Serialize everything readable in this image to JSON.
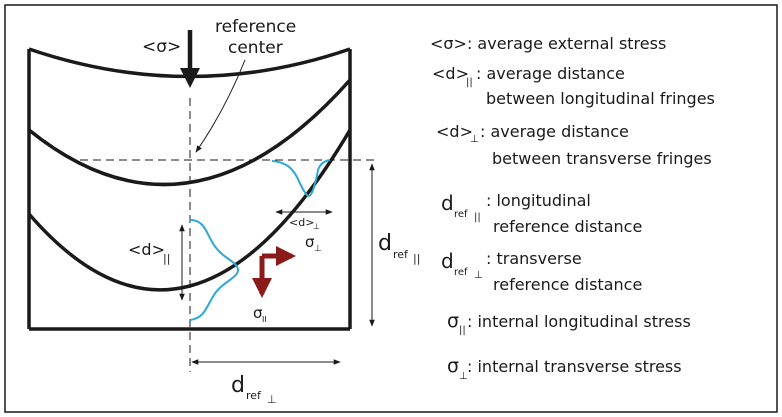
{
  "labels": {
    "sigma_avg": "<σ>",
    "reference": "reference",
    "center": "center",
    "d_par": "<d>",
    "d_par_sub": "||",
    "d_perp_small": "<d>",
    "d_perp_small_sub": "⊥",
    "sigma_perp": "σ",
    "sigma_perp_sub": "⊥",
    "sigma_par": "σ",
    "sigma_par_sub": "II",
    "dref_par_main": "d",
    "dref_par_sub1": "ref",
    "dref_par_sub2": "||",
    "dref_perp_main": "d",
    "dref_perp_sub1": "ref",
    "dref_perp_sub2": "⊥"
  },
  "legend": {
    "l1": "<σ>: average external stress",
    "l2a": "<d>",
    "l2sub": "||",
    "l2b": ": average distance",
    "l2c": "between longitudinal fringes",
    "l3a": "<d>",
    "l3sub": "⊥",
    "l3b": ": average distance",
    "l3c": "between transverse fringes",
    "l4a": "d",
    "l4sub1": "ref",
    "l4sub2": "||",
    "l4b": ": longitudinal",
    "l4c": "reference distance",
    "l5a": "d",
    "l5sub1": "ref",
    "l5sub2": "⊥",
    "l5b": ": transverse",
    "l5c": "reference distance",
    "l6a": "σ",
    "l6sub": "||",
    "l6b": ": internal longitudinal stress",
    "l7a": "σ",
    "l7sub": "⊥",
    "l7b": ": internal transverse stress"
  },
  "colors": {
    "ink": "#1a1a1a",
    "fringe": "#2aa8d6",
    "stress": "#8b1a1a"
  }
}
